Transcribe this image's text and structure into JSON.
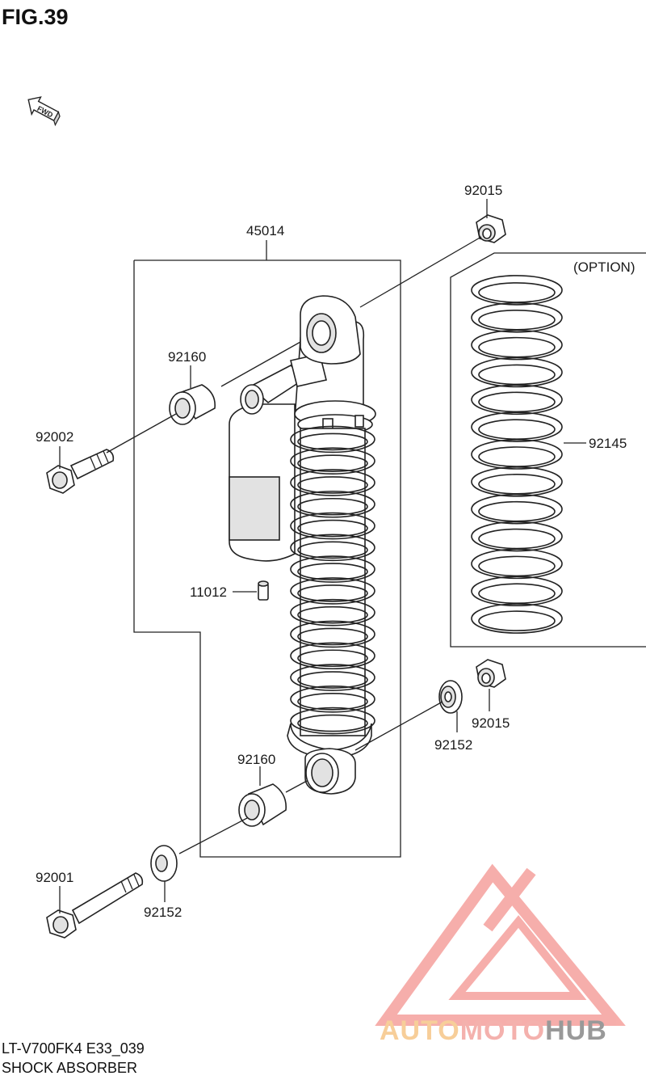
{
  "figure": {
    "title": "FIG.39",
    "model_code": "LT-V700FK4 E33_039",
    "caption": "SHOCK ABSORBER",
    "option_label": "(OPTION)",
    "fwd_label": "FWD"
  },
  "parts": {
    "p45014": "45014",
    "p92015_top": "92015",
    "p92015_bottom": "92015",
    "p92160_top": "92160",
    "p92160_bottom": "92160",
    "p92002": "92002",
    "p92001": "92001",
    "p92145": "92145",
    "p11012": "11012",
    "p92152_right": "92152",
    "p92152_left": "92152"
  },
  "watermark": {
    "text_auto": "AUTO",
    "text_moto": "MOTO",
    "text_hub": "HUB",
    "color_primary": "#f6a6a2",
    "color_auto": "#f7c98e",
    "color_moto": "#f3a9a5",
    "color_hub": "#8f8f8f"
  }
}
